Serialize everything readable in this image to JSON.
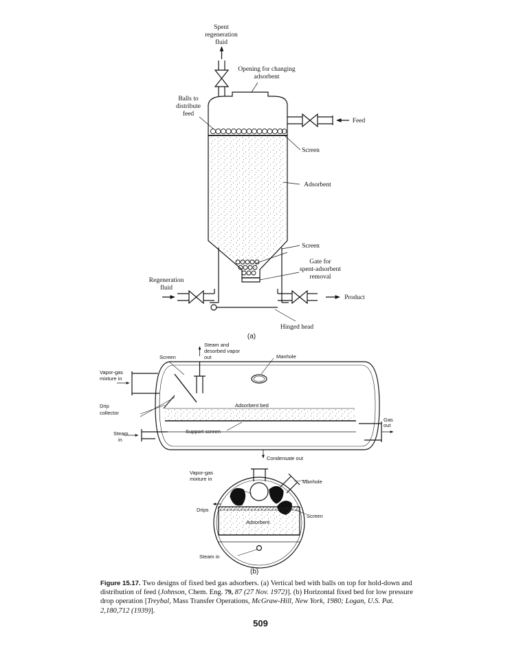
{
  "diagram_a": {
    "panel_label": "(a)",
    "labels": {
      "spent_regen": [
        "Spent",
        "regeneration",
        "fluid"
      ],
      "opening": [
        "Opening for changing",
        "adsorbent"
      ],
      "balls": [
        "Balls to",
        "distribute",
        "feed"
      ],
      "feed": "Feed",
      "screen_top": "Screen",
      "adsorbent": "Adsorbent",
      "screen_bottom": "Screen",
      "gate": [
        "Gate for",
        "spent-adsorbent",
        "removal"
      ],
      "regen_fluid": [
        "Regeneration",
        "fluid"
      ],
      "product": "Product",
      "hinged_head": "Hinged head"
    }
  },
  "diagram_b": {
    "panel_label": "(b)",
    "labels": {
      "steam_desorbed": [
        "Steam and",
        "desorbed vapor",
        "out"
      ],
      "screen": "Screen",
      "manhole": "Manhole",
      "vapor_gas": [
        "Vapor-gas",
        "mixture in"
      ],
      "drip_collector": [
        "Drip",
        "collector"
      ],
      "adsorbent_bed": "Adsorbent bed",
      "gas_out": [
        "Gas",
        "out"
      ],
      "steam_in": [
        "Steam",
        "in"
      ],
      "support_screen": "Support screen",
      "condensate_out": "Condensate out"
    },
    "cross_section": {
      "vapor_gas": [
        "Vapor-gas",
        "mixture in"
      ],
      "manhole": "Manhole",
      "drips": "Drips",
      "adsorbent": "Adsorbent",
      "screen": "Screen",
      "steam_in": "Steam in"
    }
  },
  "caption": {
    "figure_label": "Figure 15.17.",
    "text": [
      {
        "t": " Two designs of fixed bed gas adsorbers. (a) Vertical bed with balls on top for hold-down and distribution of feed (",
        "s": "n"
      },
      {
        "t": "Johnson,",
        "s": "i"
      },
      {
        "t": " Chem. Eng. ",
        "s": "n"
      },
      {
        "t": "79,",
        "s": "b"
      },
      {
        "t": " 87 ",
        "s": "i"
      },
      {
        "t": "(27 Nov. 1972)",
        "s": "i"
      },
      {
        "t": "]. (b) Horizontal fixed bed for low pressure drop operation [",
        "s": "n"
      },
      {
        "t": "Treybal,",
        "s": "i"
      },
      {
        "t": " Mass Transfer Operations, ",
        "s": "n"
      },
      {
        "t": "McGraw-Hill, New York, 1980; Logan, U.S. Pat. 2,180,712 (1939)",
        "s": "i"
      },
      {
        "t": "].",
        "s": "n"
      }
    ]
  },
  "page_number": "509"
}
